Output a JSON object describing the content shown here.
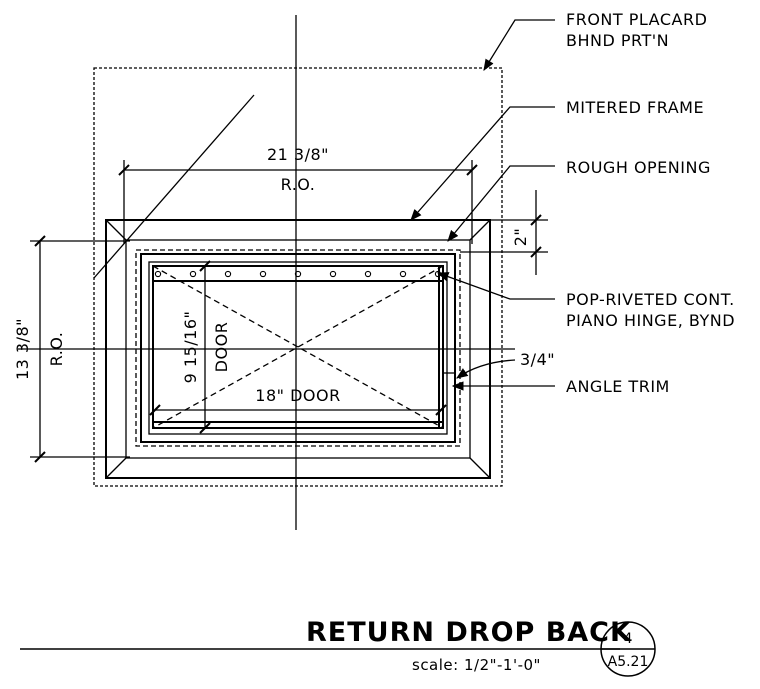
{
  "callouts": {
    "front_placard": [
      "FRONT PLACARD",
      "BHND PRT'N"
    ],
    "mitered_frame": "MITERED FRAME",
    "rough_opening": "ROUGH OPENING",
    "piano_hinge": [
      "POP-RIVETED CONT.",
      "PIANO HINGE, BYND"
    ],
    "angle_trim": "ANGLE TRIM"
  },
  "dimensions": {
    "ro_width": "21 3/8\"",
    "ro_width_label": "R.O.",
    "ro_height": "13 3/8\"",
    "ro_height_label": "R.O.",
    "door_width": "18\" DOOR",
    "door_height": "9 15/16\"",
    "door_height_label": "DOOR",
    "offset_2": "2\"",
    "trim_3_4": "3/4\""
  },
  "title_block": {
    "title": "RETURN DROP BACK",
    "scale": "scale: 1/2\"-1'-0\"",
    "detail_number": "4",
    "sheet": "A5.21"
  }
}
